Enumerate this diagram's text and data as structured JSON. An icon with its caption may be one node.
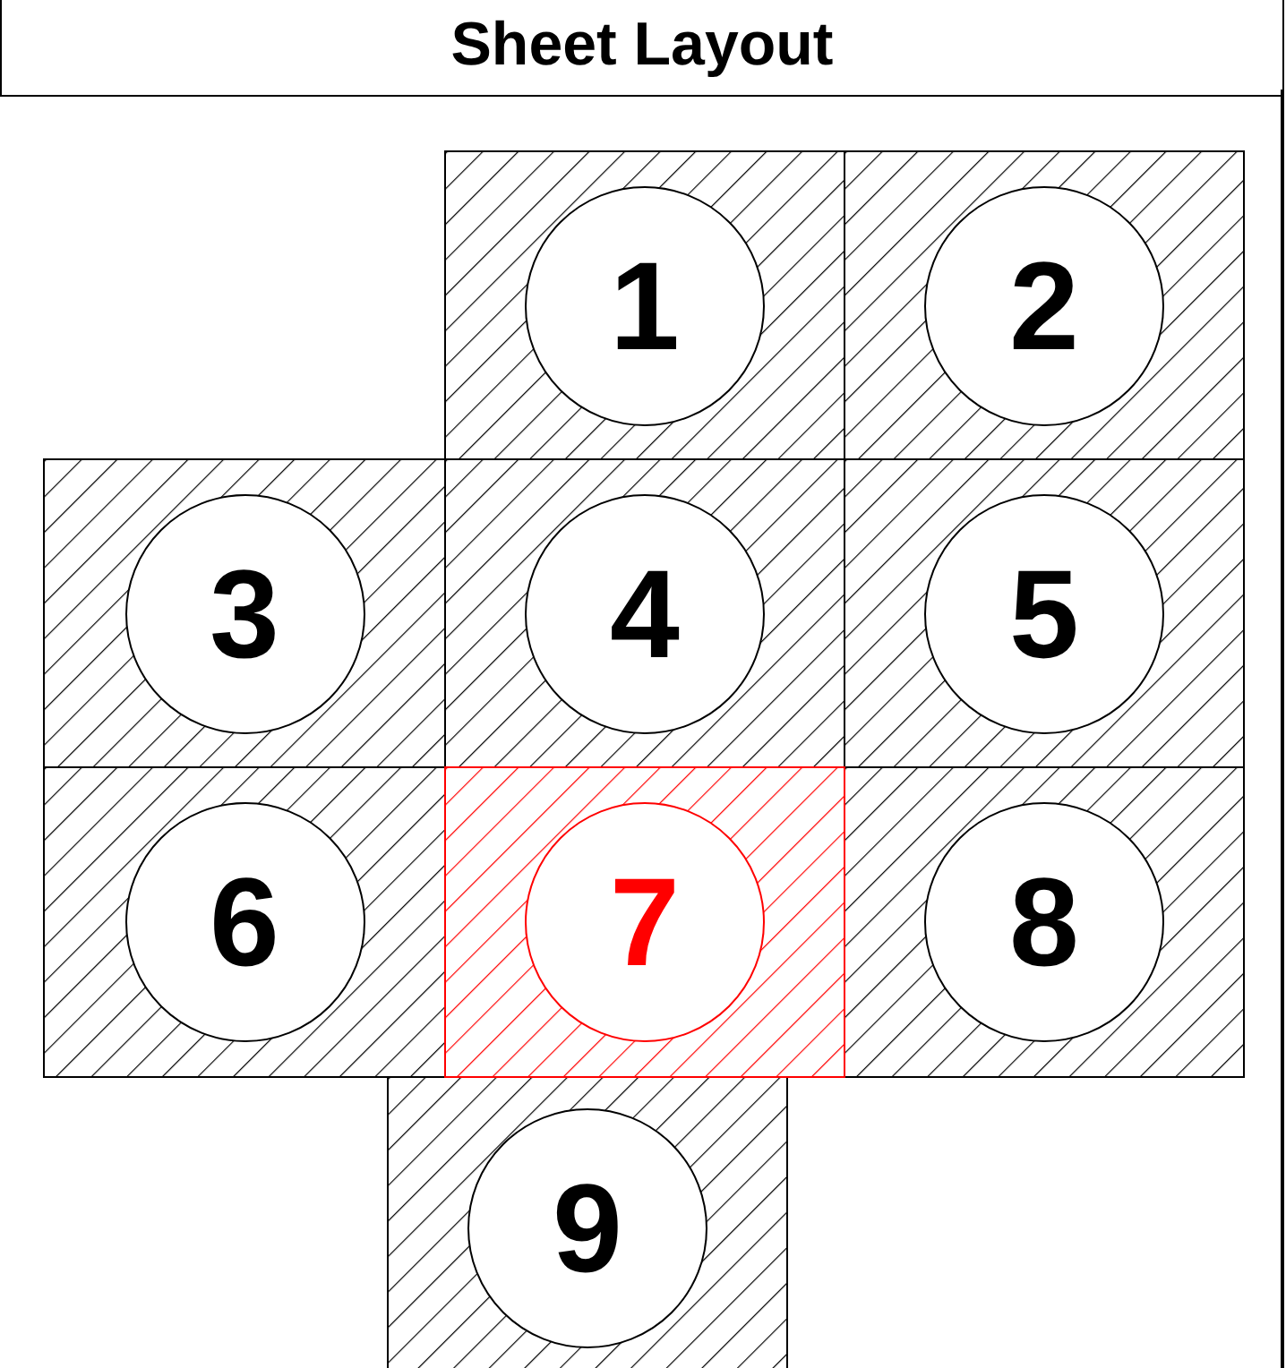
{
  "diagram": {
    "title": "Sheet Layout",
    "nodes": [
      {
        "text": [],
        "shape": "box"
      },
      {
        "text": [
          "1"
        ],
        "in": 0
      },
      {
        "text": [],
        "shape": "box"
      },
      {
        "text": [
          "2"
        ],
        "in": 2
      },
      {
        "text": [],
        "shape": "box"
      },
      {
        "text": [
          "3"
        ],
        "in": 4
      },
      {
        "text": [],
        "shape": "box"
      },
      {
        "text": [
          "4"
        ],
        "in": 6
      },
      {
        "text": [],
        "shape": "box"
      },
      {
        "text": [
          "5"
        ],
        "in": 8
      },
      {
        "text": [],
        "shape": "box"
      },
      {
        "text": [
          "6"
        ],
        "in": 10
      },
      {
        "text": [],
        "shape": "box"
      },
      {
        "text": [
          "7"
        ],
        "in": 12
      },
      {
        "text": [],
        "shape": "box"
      },
      {
        "text": [
          "8"
        ],
        "in": 14
      },
      {
        "text": [],
        "shape": "box"
      },
      {
        "text": [
          "9"
        ],
        "in": 16
      }
    ],
    "edges": []
  }
}
